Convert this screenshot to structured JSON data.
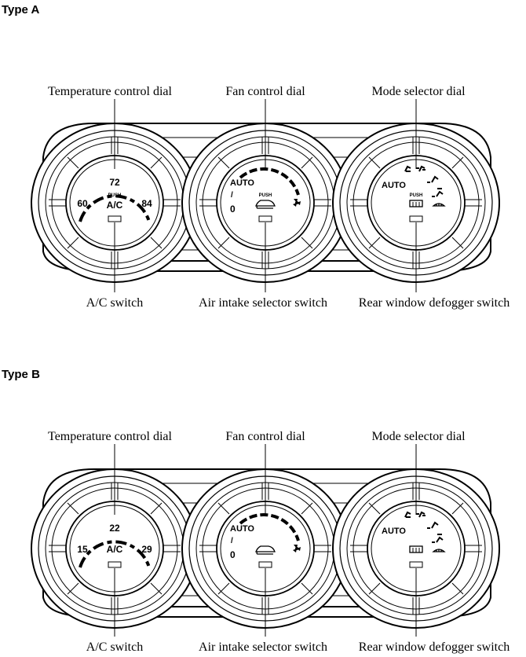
{
  "panels": [
    {
      "type_label": "Type A",
      "callouts": {
        "temperature_dial": "Temperature control dial",
        "fan_dial": "Fan control dial",
        "mode_dial": "Mode selector dial",
        "ac_switch": "A/C switch",
        "air_intake_switch": "Air intake selector switch",
        "rear_defogger_switch": "Rear window defogger switch"
      },
      "temp_dial": {
        "min": "60",
        "mid": "72",
        "max": "84",
        "center": "A/C",
        "push": "PUSH"
      },
      "fan_dial": {
        "auto": "AUTO",
        "slash": "/",
        "off": "0",
        "push": "PUSH"
      },
      "mode_dial": {
        "auto": "AUTO",
        "push": "PUSH"
      }
    },
    {
      "type_label": "Type B",
      "callouts": {
        "temperature_dial": "Temperature control dial",
        "fan_dial": "Fan control dial",
        "mode_dial": "Mode selector dial",
        "ac_switch": "A/C switch",
        "air_intake_switch": "Air intake selector switch",
        "rear_defogger_switch": "Rear window defogger switch"
      },
      "temp_dial": {
        "min": "15",
        "mid": "22",
        "max": "29",
        "center": "A/C"
      },
      "fan_dial": {
        "auto": "AUTO",
        "slash": "/",
        "off": "0"
      },
      "mode_dial": {
        "auto": "AUTO"
      }
    }
  ],
  "icons": [
    "fan-icon",
    "recirculation-car-icon",
    "vent-face-icon",
    "bi-level-icon",
    "foot-icon",
    "foot-defrost-icon",
    "windshield-defrost-icon",
    "rear-defogger-icon"
  ]
}
